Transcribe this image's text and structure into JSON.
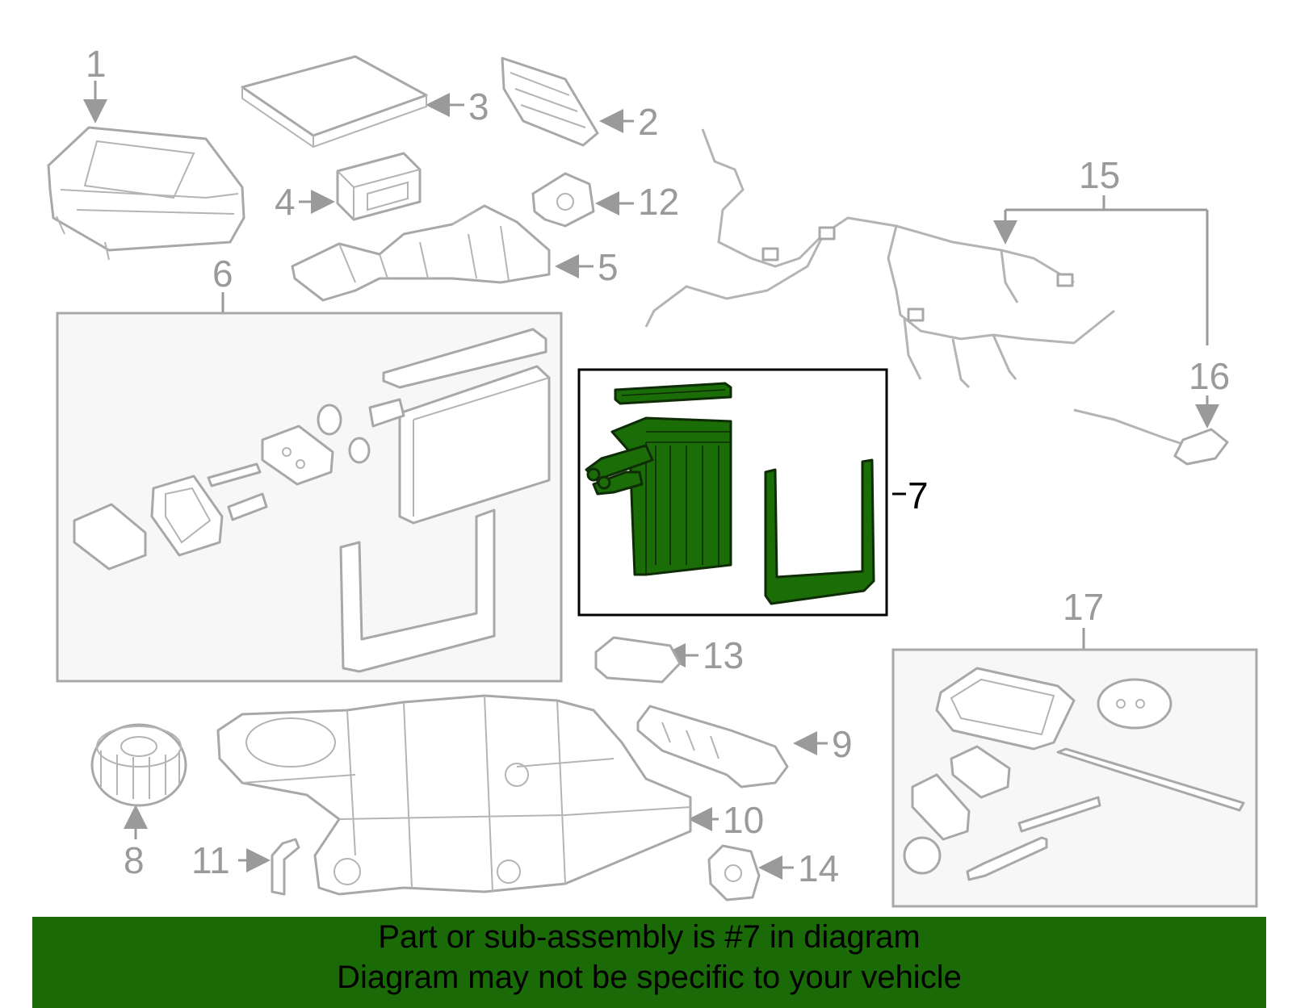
{
  "callouts": {
    "c1": "1",
    "c2": "2",
    "c3": "3",
    "c4": "4",
    "c5": "5",
    "c6": "6",
    "c7": "7",
    "c8": "8",
    "c9": "9",
    "c10": "10",
    "c11": "11",
    "c12": "12",
    "c13": "13",
    "c14": "14",
    "c15": "15",
    "c16": "16",
    "c17": "17"
  },
  "highlight_part": "7",
  "colors": {
    "highlight_fill": "#1b6d08",
    "banner_background": "#1a6b08",
    "line_art": "#a8a8a8",
    "callout_text": "#9a9a9a"
  },
  "banner": {
    "line1": "Part or sub-assembly is #7 in diagram",
    "line2": "Diagram may not be specific to your vehicle"
  }
}
